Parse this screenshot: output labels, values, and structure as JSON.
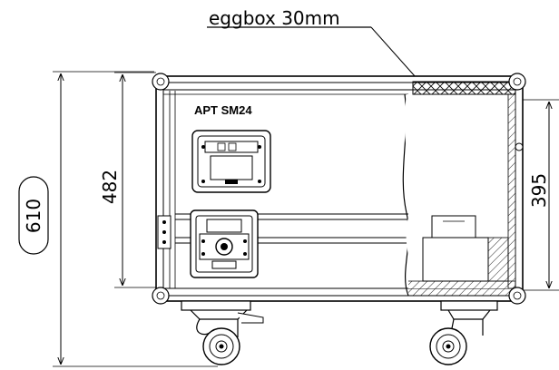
{
  "callout": {
    "label": "eggbox 30mm"
  },
  "case": {
    "model": "APT SM24"
  },
  "dimensions": {
    "overall_height": "610",
    "inner_height": "482",
    "foam_height": "395"
  },
  "colors": {
    "ink": "#000000",
    "hatch": "#000000",
    "paper": "#ffffff"
  }
}
